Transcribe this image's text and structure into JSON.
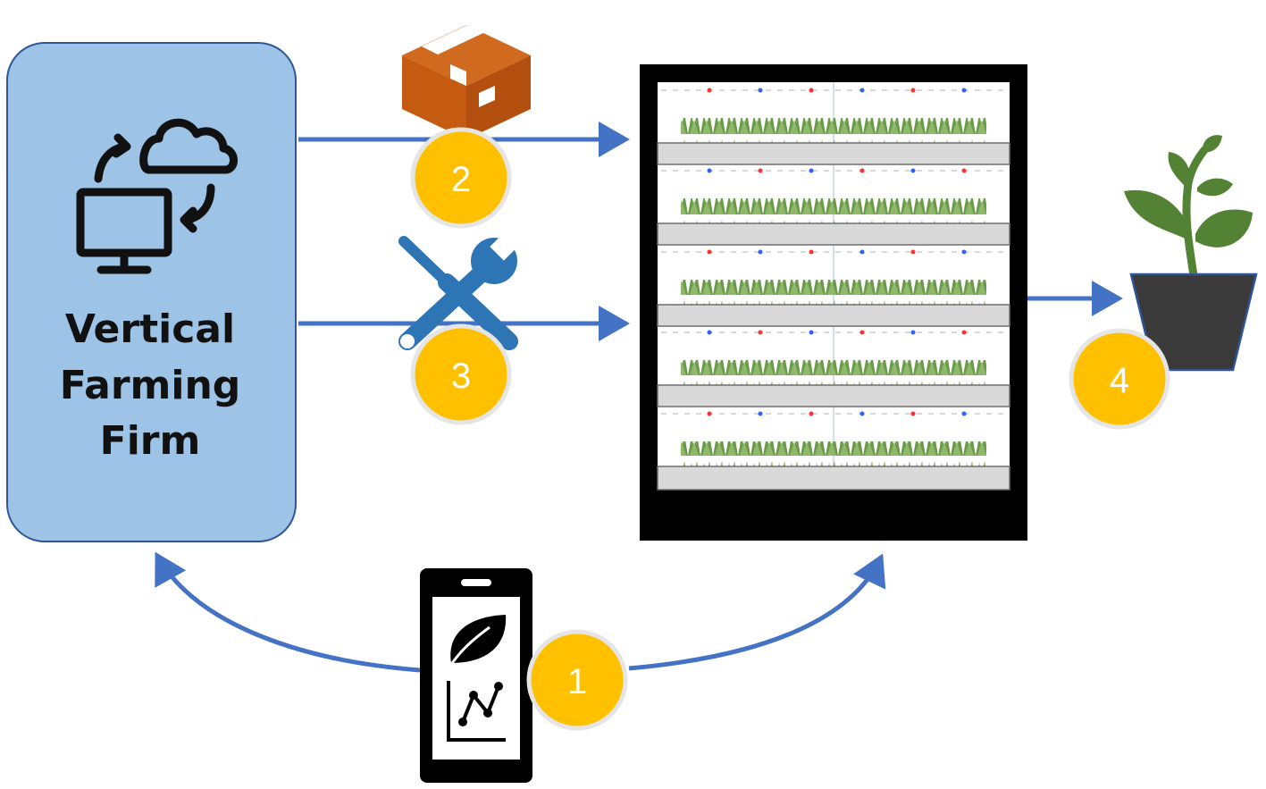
{
  "firm": {
    "label_line1": "Vertical",
    "label_line2": "Farming",
    "label_line3": "Firm",
    "box_color": "#9dc3e6",
    "border_color": "#2f5597"
  },
  "badges": {
    "color": "#ffc000",
    "step1": "1",
    "step2": "2",
    "step3": "3",
    "step4": "4"
  },
  "icons": {
    "firm": "computer-cloud-sync-icon",
    "delivery": "package-box-icon",
    "maintenance": "wrench-screwdriver-icon",
    "output": "potted-plant-icon",
    "monitoring": "smartphone-leaf-chart-icon",
    "farm": "vertical-farm-rack"
  },
  "colors": {
    "arrow": "#4472c4",
    "box_orange": "#c55a11",
    "tools_blue": "#2e75b6",
    "leaf_green": "#548235",
    "pot_gray": "#3a3a3a"
  }
}
